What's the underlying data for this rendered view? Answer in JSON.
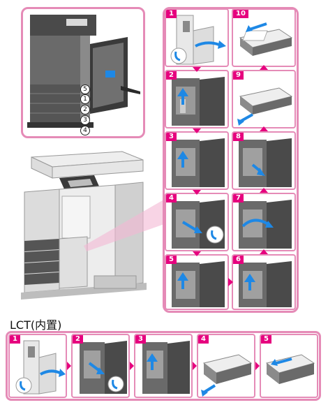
{
  "overview": {
    "callouts": [
      "5",
      "1",
      "2",
      "3",
      "4"
    ]
  },
  "grid_steps": [
    "1",
    "10",
    "2",
    "9",
    "3",
    "8",
    "4",
    "7",
    "5",
    "6"
  ],
  "lct": {
    "title": "LCT(内置)",
    "steps": [
      "1",
      "2",
      "3",
      "4",
      "5"
    ]
  },
  "colors": {
    "accent": "#e6007e",
    "frame": "#e58bb7",
    "arrow": "#1e88e5",
    "machine_dark": "#5d5d5d",
    "machine_light": "#e6e6e6"
  }
}
